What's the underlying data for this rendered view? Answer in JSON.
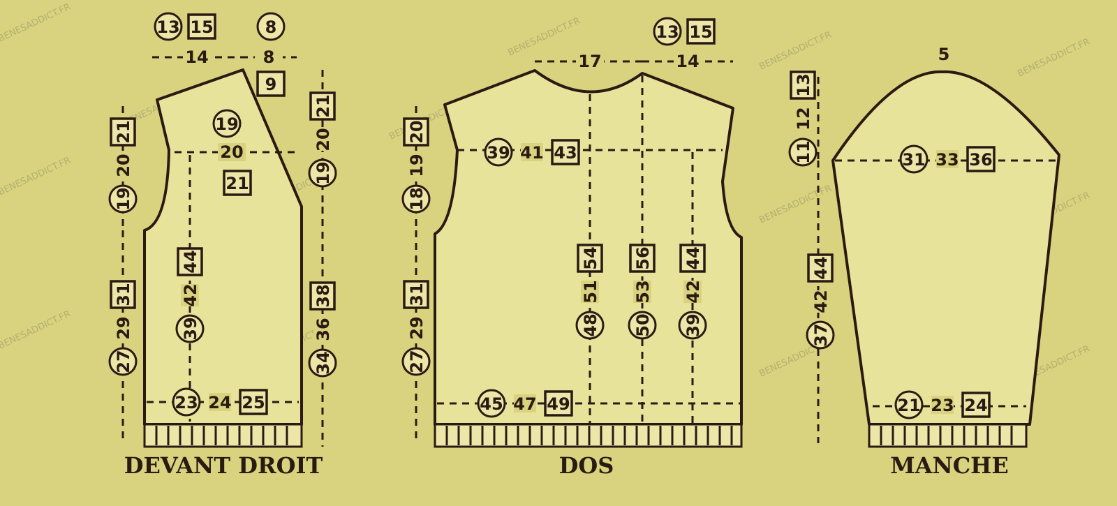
{
  "watermark": "BENESADDICT.FR",
  "front": {
    "title": "DEVANT DROIT",
    "shoulder_top": {
      "small": "13",
      "large": "15"
    },
    "neck_top": {
      "small": "8"
    },
    "shoulder_width": "14",
    "neck_width": {
      "medium": "8",
      "large": "9"
    },
    "armhole_left": {
      "small": "19",
      "medium": "20",
      "large": "21"
    },
    "side_left": {
      "small": "27",
      "medium": "29",
      "large": "31"
    },
    "chest": {
      "small": "19",
      "medium": "20",
      "large": "21"
    },
    "center_length": {
      "small": "39",
      "medium": "42",
      "large": "44"
    },
    "neckline_right": {
      "small": "19",
      "medium": "20",
      "large": "21"
    },
    "front_edge_right": {
      "small": "34",
      "medium": "36",
      "large": "38"
    },
    "bottom": {
      "small": "23",
      "medium": "24",
      "large": "25"
    }
  },
  "back": {
    "title": "DOS",
    "neck_width": "17",
    "shoulder_width": "14",
    "shoulder_top": {
      "small": "13",
      "large": "15"
    },
    "chest": {
      "small": "39",
      "medium": "41",
      "large": "43"
    },
    "armhole_left": {
      "small": "18",
      "medium": "19",
      "large": "20"
    },
    "side_left": {
      "small": "27",
      "medium": "29",
      "large": "31"
    },
    "length_center": {
      "small": "48",
      "medium": "51",
      "large": "54"
    },
    "length_total": {
      "small": "50",
      "medium": "53",
      "large": "56"
    },
    "length_side": {
      "small": "39",
      "medium": "42",
      "large": "44"
    },
    "bottom": {
      "small": "45",
      "medium": "47",
      "large": "49"
    }
  },
  "sleeve": {
    "title": "MANCHE",
    "cap_top": "5",
    "cap_height": {
      "small": "11",
      "medium": "12",
      "large": "13"
    },
    "upper_width": {
      "small": "31",
      "medium": "33",
      "large": "36"
    },
    "length": {
      "small": "37",
      "medium": "42",
      "large": "44"
    },
    "cuff_width": {
      "small": "21",
      "medium": "23",
      "large": "24"
    }
  },
  "colors": {
    "paper": "#d9d27e",
    "ink": "#2a1a12"
  }
}
